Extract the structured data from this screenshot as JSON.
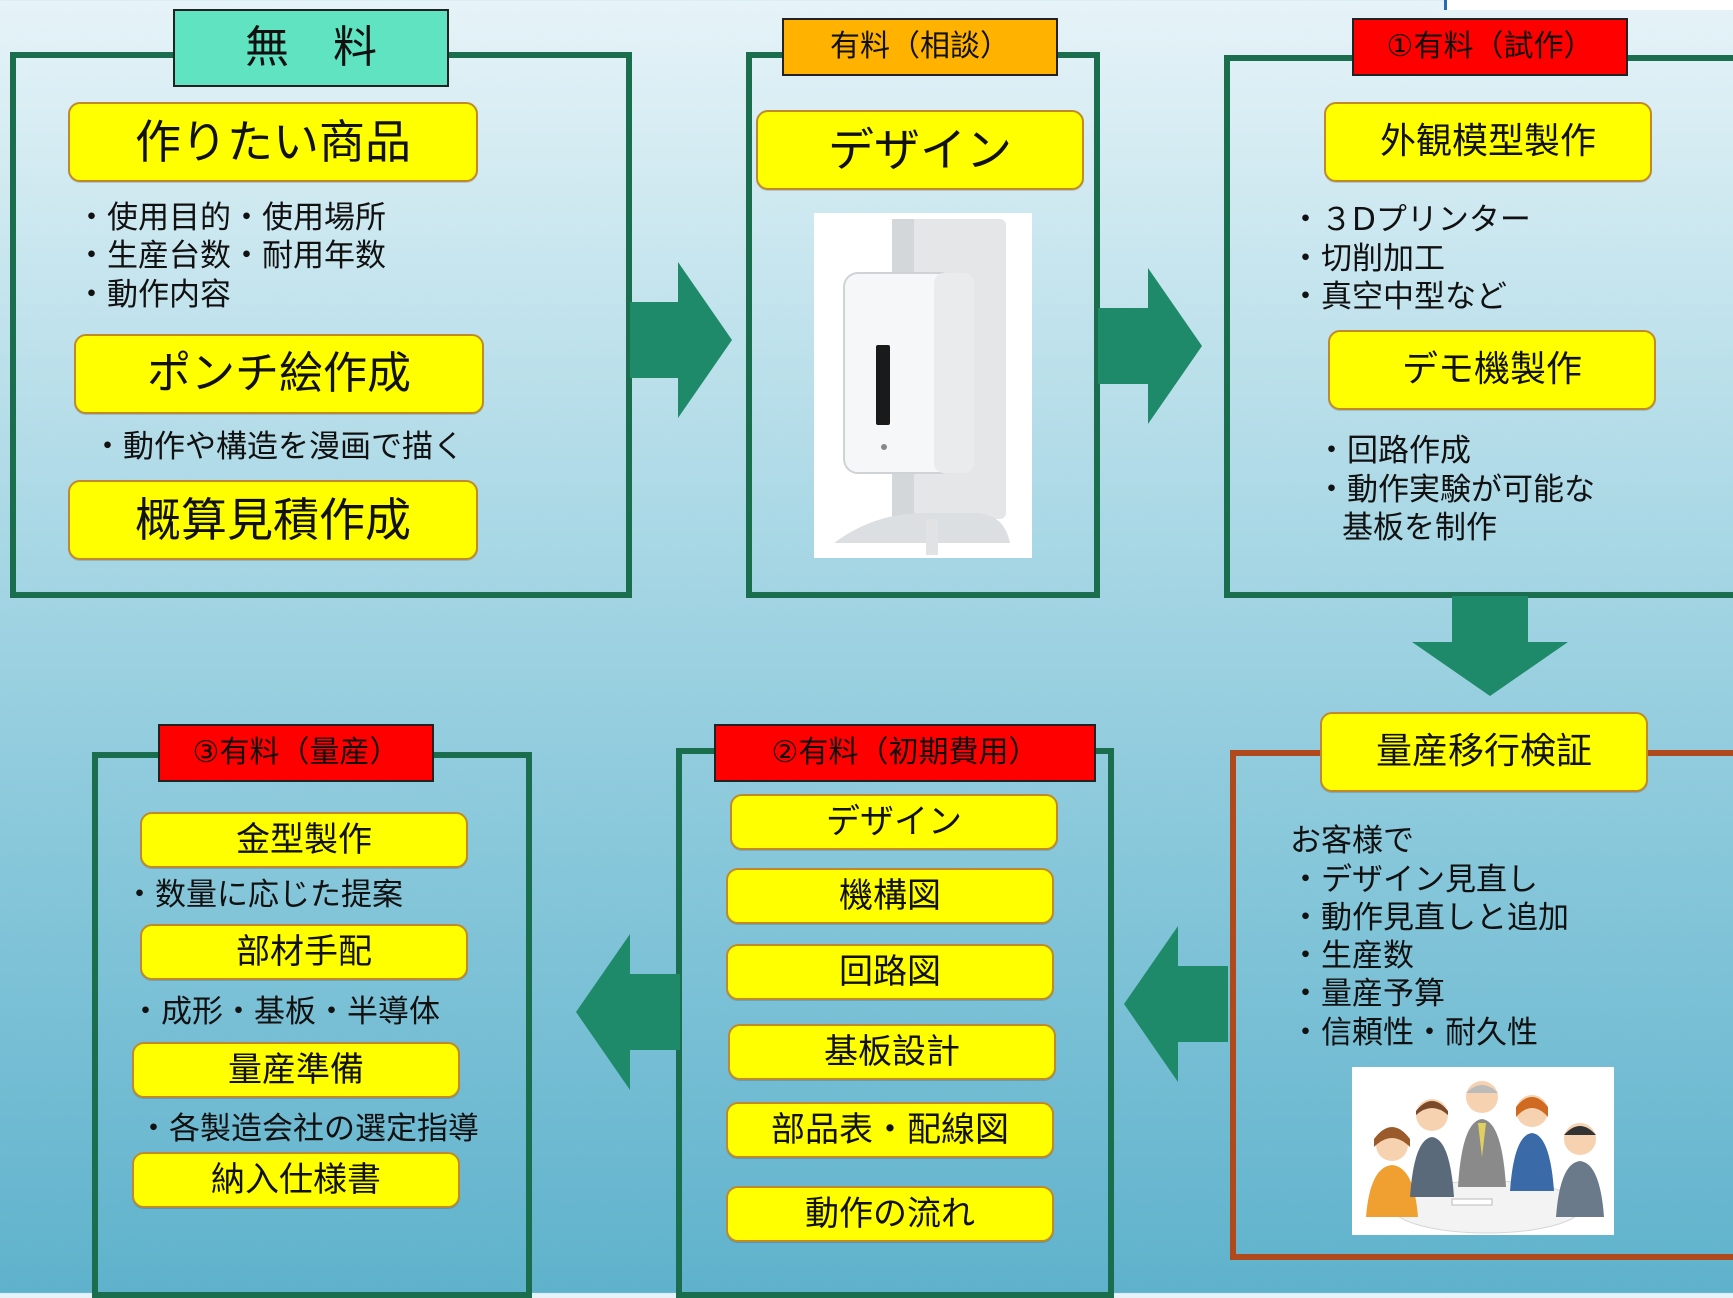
{
  "boxes": {
    "free": {
      "tab": "無　料",
      "items": [
        "作りたい商品",
        "ポンチ絵作成",
        "概算見積作成"
      ],
      "bullets_1": [
        "・使用目的・使用場所",
        "・生産台数・耐用年数",
        "・動作内容"
      ],
      "bullets_2": [
        "・動作や構造を漫画で描く"
      ]
    },
    "consult": {
      "tab": "有料（相談）",
      "items": [
        "デザイン"
      ]
    },
    "trial": {
      "tab": "①有料（試作）",
      "items": [
        "外観模型製作",
        "デモ機製作"
      ],
      "bullets_1": [
        "・３Dプリンター",
        "・切削加工",
        "・真空中型など"
      ],
      "bullets_2": [
        "・回路作成",
        "・動作実験が可能な",
        "基板を制作"
      ]
    },
    "verify": {
      "title": "量産移行検証",
      "bullets": [
        "お客様で",
        "・デザイン見直し",
        "・動作見直しと追加",
        "・生産数",
        "・量産予算",
        "・信頼性・耐久性"
      ]
    },
    "initial": {
      "tab": "②有料（初期費用）",
      "items": [
        "デザイン",
        "機構図",
        "回路図",
        "基板設計",
        "部品表・配線図",
        "動作の流れ"
      ]
    },
    "mass": {
      "tab": "③有料（量産）",
      "items": [
        "金型製作",
        "部材手配",
        "量産準備",
        "納入仕様書"
      ],
      "notes": [
        "・数量に応じた提案",
        "・成形・基板・半導体",
        "・各製造会社の選定指導"
      ]
    }
  },
  "colors": {
    "frame_green": "#1a6e4e",
    "frame_brown": "#b04a1d",
    "arrow": "#1f8a69",
    "item_fill": "#ffff00",
    "tab_free": "#5fe3c0",
    "tab_consult": "#ffb300",
    "tab_paid": "#ff0000"
  },
  "icons": [
    "arrow-right-icon",
    "arrow-down-icon",
    "arrow-left-icon"
  ]
}
